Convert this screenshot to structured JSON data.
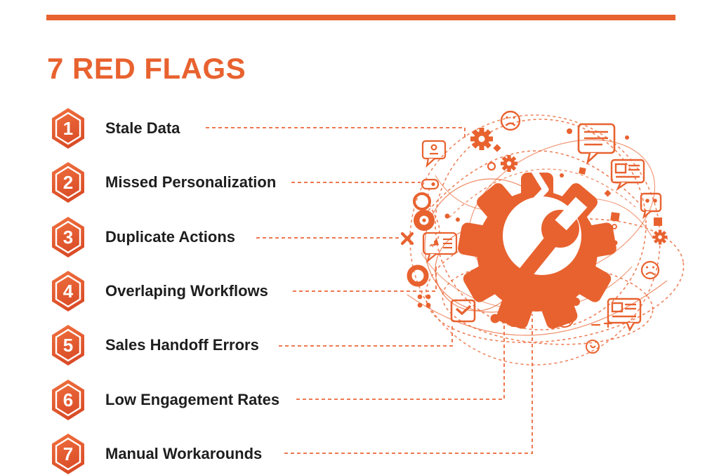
{
  "page": {
    "background_color": "#ffffff",
    "accent_color": "#e8622f",
    "connector_color": "#ee7850",
    "text_color": "#1e1e1e"
  },
  "top_bar": {
    "color": "#e8622f"
  },
  "title": "7 RED FLAGS",
  "flags": [
    {
      "num": "1",
      "label": "Stale Data"
    },
    {
      "num": "2",
      "label": "Missed Personalization"
    },
    {
      "num": "3",
      "label": "Duplicate Actions"
    },
    {
      "num": "4",
      "label": "Overlaping Workflows"
    },
    {
      "num": "5",
      "label": "Sales Handoff Errors"
    },
    {
      "num": "6",
      "label": "Low Engagement Rates"
    },
    {
      "num": "7",
      "label": "Manual Workarounds"
    }
  ],
  "illustration": {
    "icons": [
      "broken-gear-wrench-icon",
      "sad-face-icon",
      "sad-face-icon",
      "gear-icon",
      "gear-icon",
      "gear-icon",
      "person-speech-bubble-icon",
      "speech-bubble-lines-icon",
      "card-speech-bubble-icon",
      "chat-dots-bubble-icon",
      "card-speech-bubble-icon",
      "headset-support-icon",
      "checkbox-check-icon",
      "rocket-list-bubble-icon",
      "tag-pill-icon",
      "record-circles-icon",
      "donut-ring-icon",
      "x-mark-icon",
      "x-petals-icon",
      "orbit-dashes"
    ]
  }
}
